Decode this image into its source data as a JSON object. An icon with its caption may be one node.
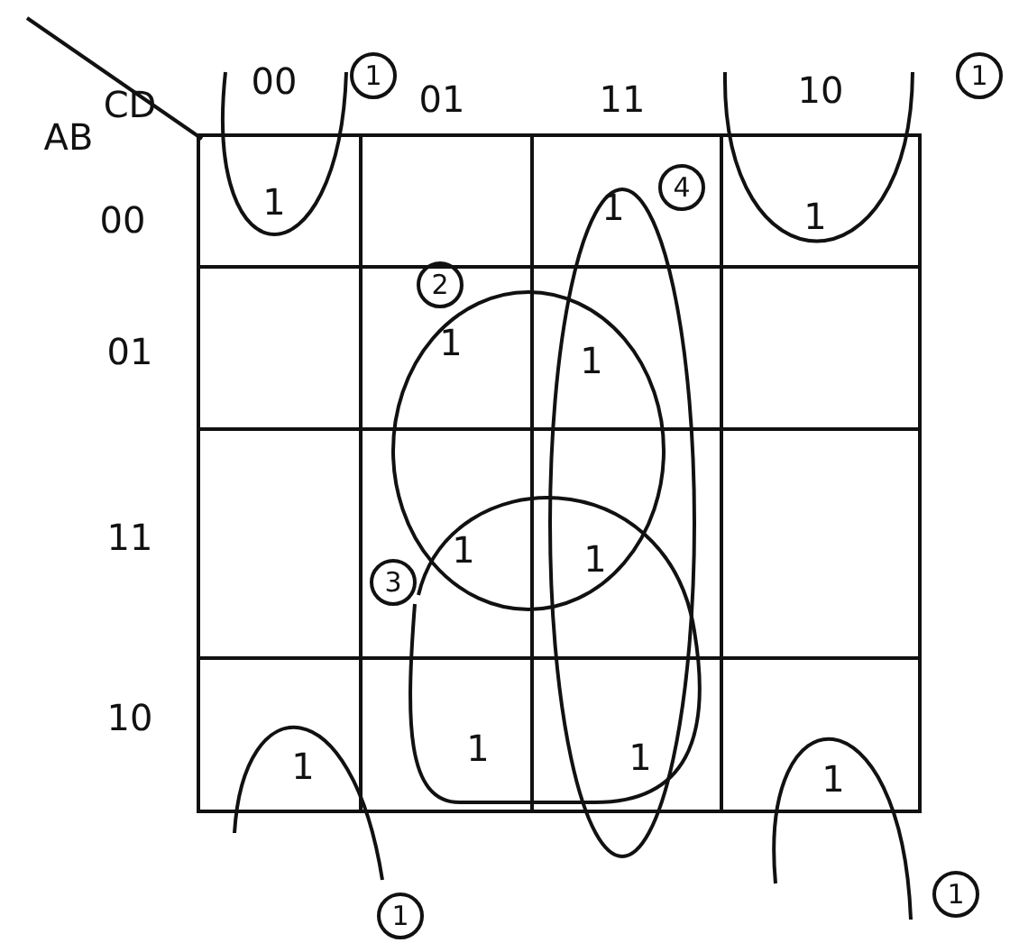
{
  "diagram": {
    "labels": [
      "CD",
      "00",
      "1",
      "01",
      "11",
      "10",
      "1",
      "AB",
      "00",
      "1",
      "1",
      "4",
      "1",
      "2",
      "01",
      "1",
      "1",
      "11",
      "3",
      "1",
      "1",
      "10",
      "1",
      "1",
      "1",
      "1",
      "1",
      "1"
    ]
  }
}
